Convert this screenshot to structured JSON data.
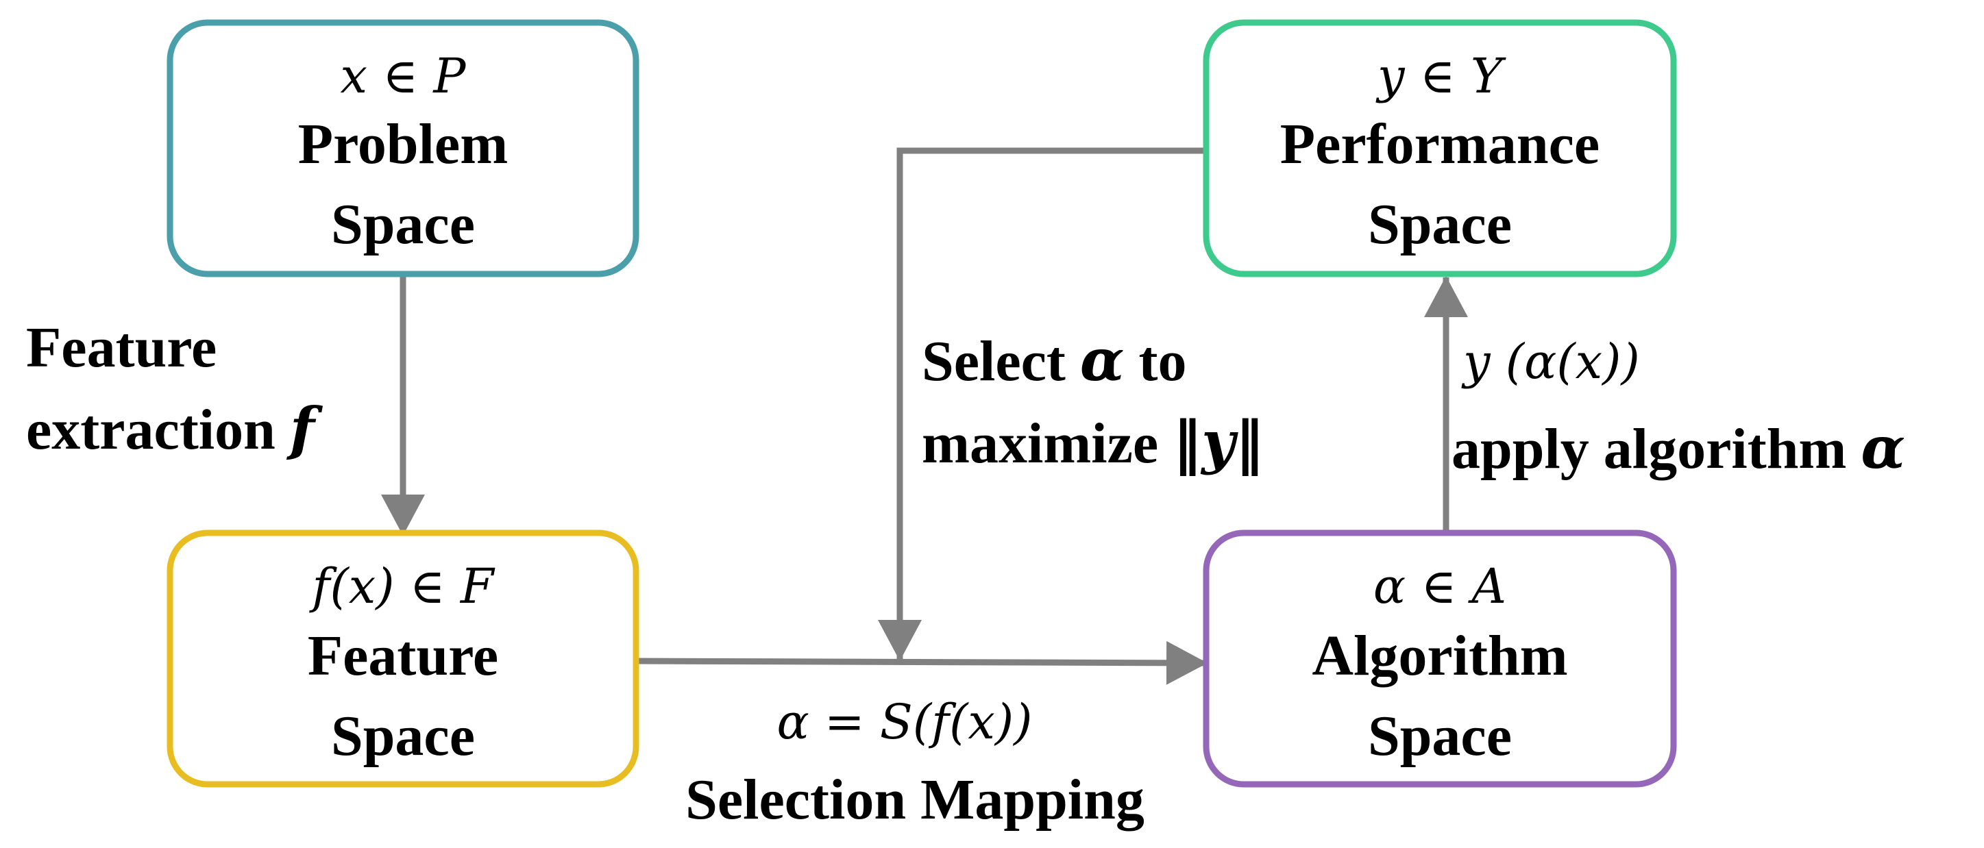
{
  "colors": {
    "problem_border": "#4a9fab",
    "feature_border": "#e8bd22",
    "algorithm_border": "#9467b8",
    "performance_border": "#3dca8c",
    "arrow": "#808080",
    "text": "#000000"
  },
  "nodes": {
    "problem": {
      "math": "x ∈ P",
      "line1": "Problem",
      "line2": "Space"
    },
    "feature": {
      "math": "f(x) ∈ F",
      "line1": "Feature",
      "line2": "Space"
    },
    "algorithm": {
      "math": "α ∈ A",
      "line1": "Algorithm",
      "line2": "Space"
    },
    "performance": {
      "math": "y ∈ Y",
      "line1": "Performance",
      "line2": "Space"
    }
  },
  "edges": {
    "feature_extraction": {
      "line1": "Feature",
      "line2_text": "extraction ",
      "line2_math": "f"
    },
    "select": {
      "line1_text": "Select ",
      "line1_math": "α",
      "line1_tail": " to",
      "line2_text": "maximize ",
      "line2_math": "‖y‖"
    },
    "selection_mapping": {
      "math": "α = S(f(x))",
      "label": "Selection Mapping"
    },
    "apply_algorithm": {
      "math": "y (α(x))",
      "label_text": "apply algorithm ",
      "label_math": "α"
    }
  }
}
